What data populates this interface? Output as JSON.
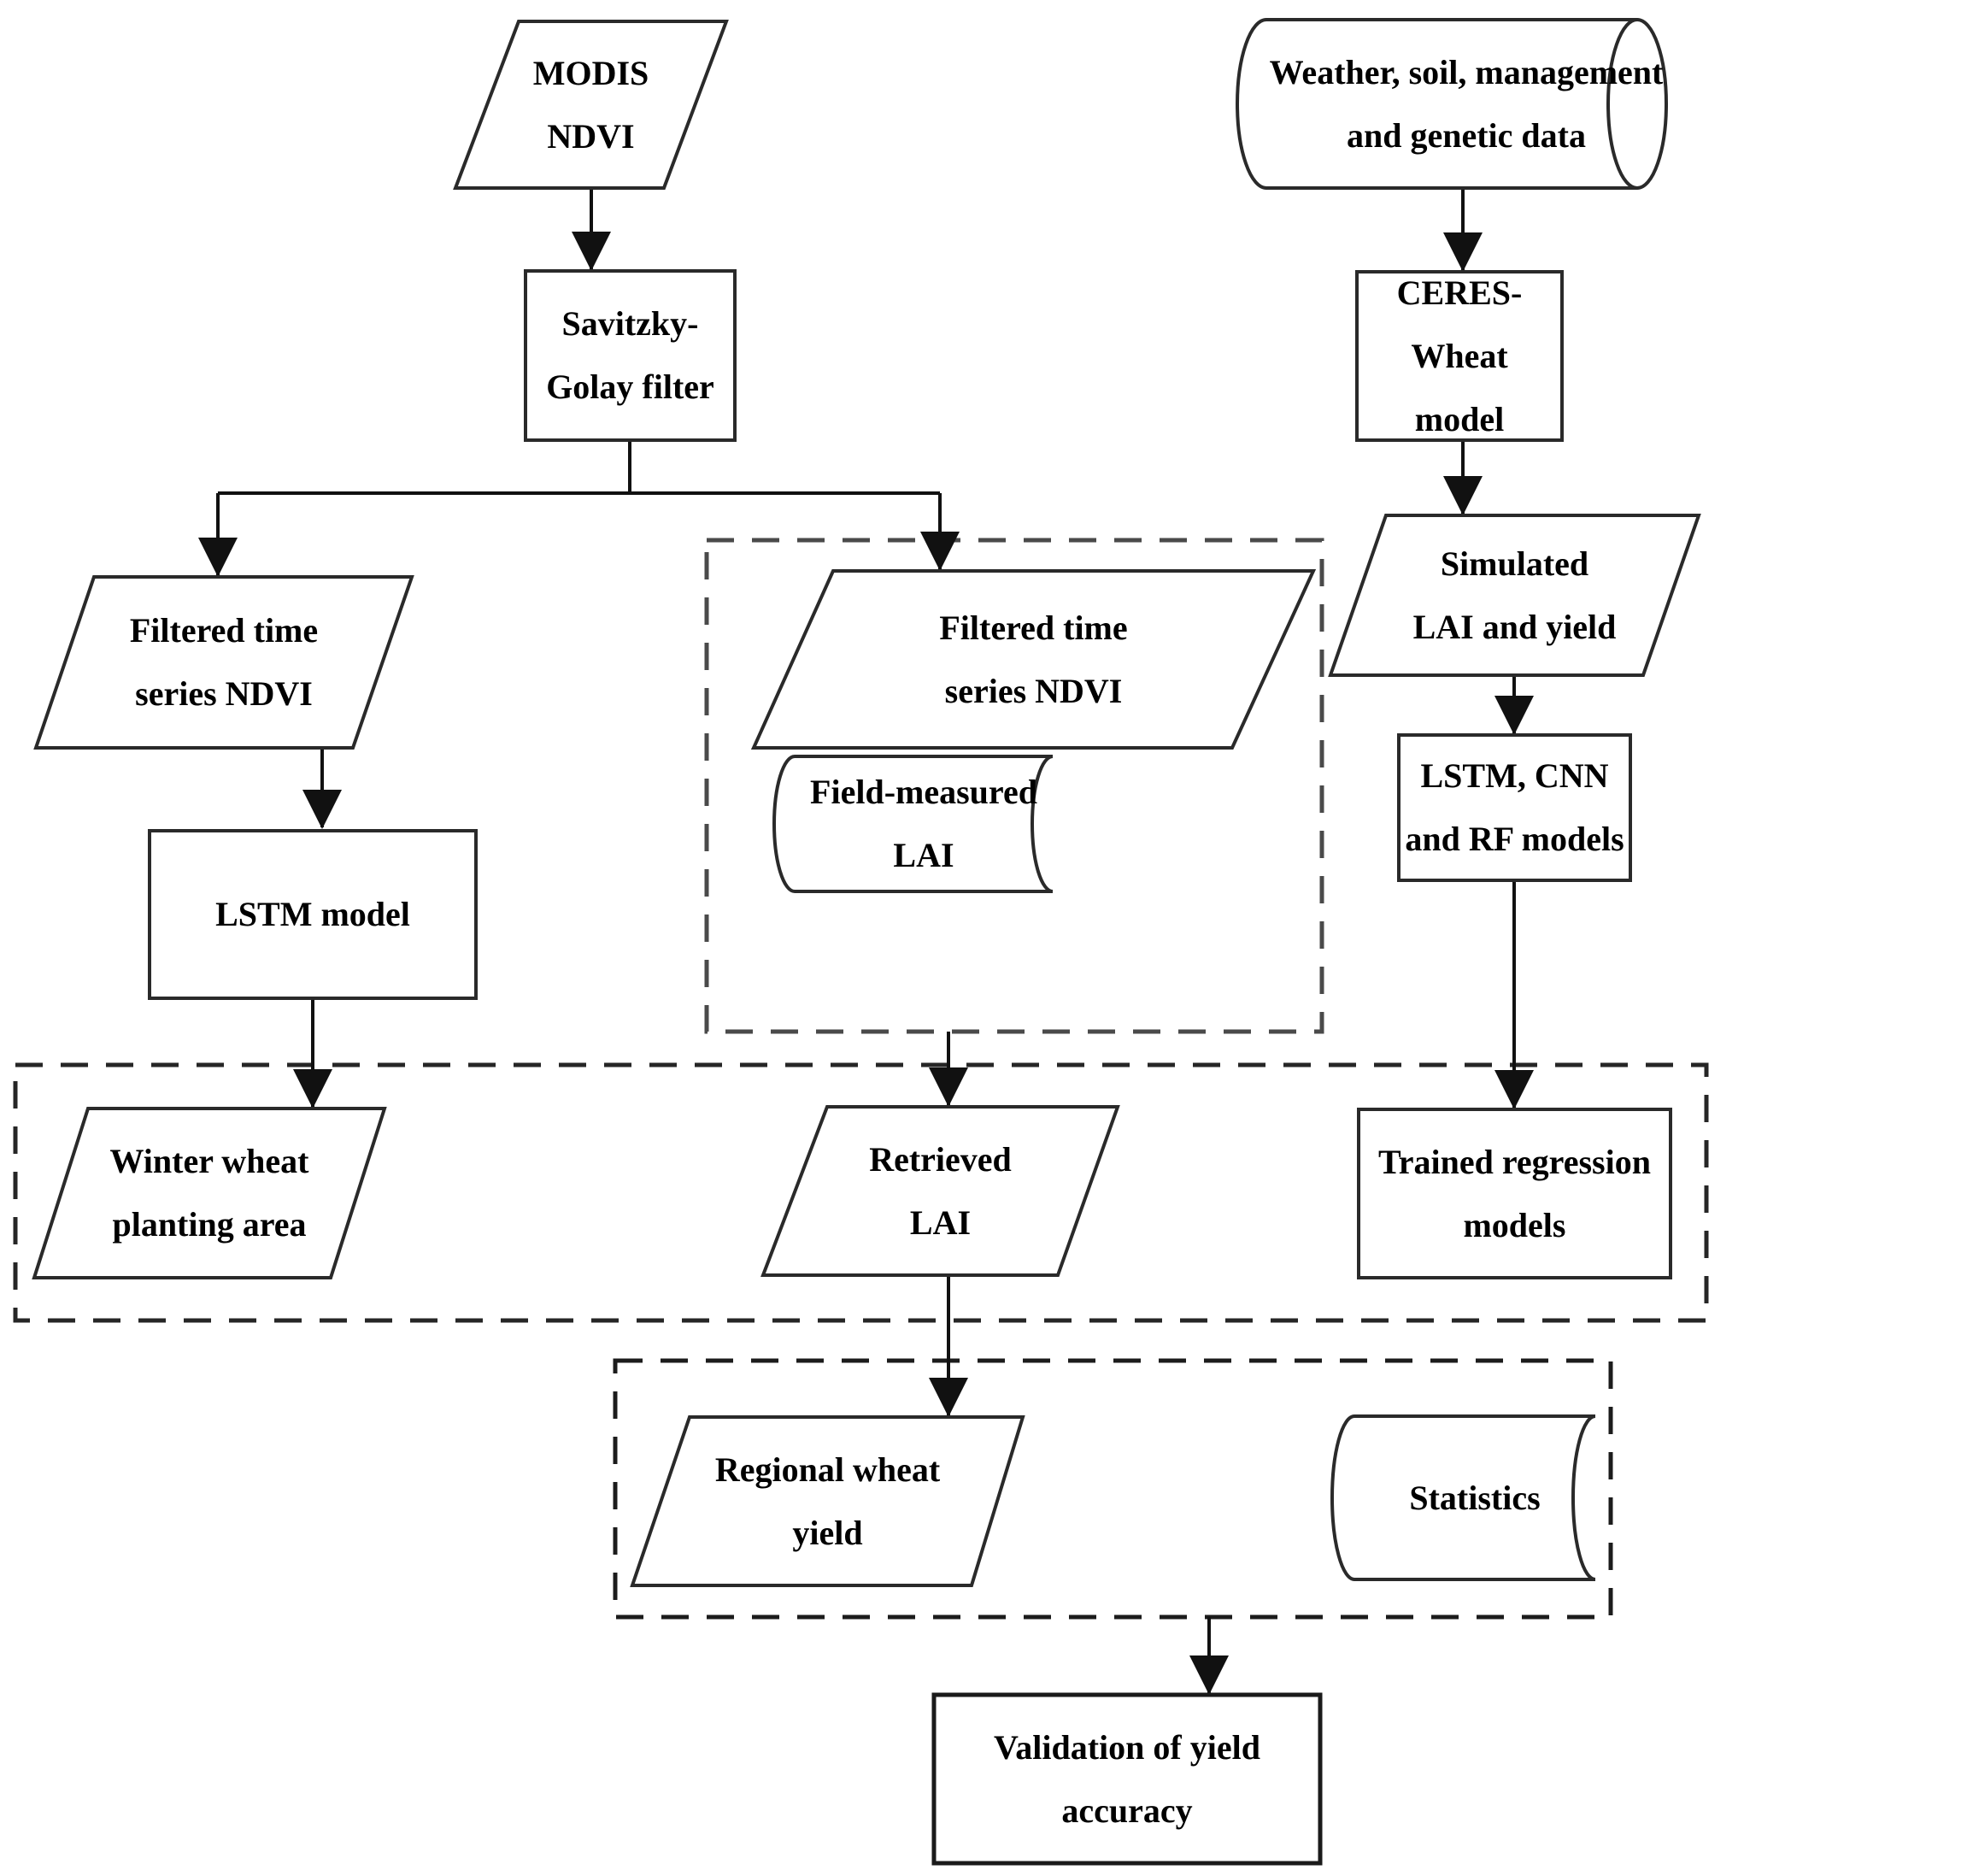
{
  "colors": {
    "line": "#1a1a1a",
    "shape_stroke": "#2a2a2a",
    "dashed_border": "#3f3f3f",
    "background": "#ffffff",
    "text": "#000000"
  },
  "nodes": {
    "modis_ndvi": {
      "label": "MODIS\nNDVI",
      "shape": "parallelogram"
    },
    "weather_data": {
      "label": "Weather, soil, management\nand genetic data",
      "shape": "cylinder"
    },
    "sg_filter": {
      "label": "Savitzky-\nGolay filter",
      "shape": "rectangle"
    },
    "ceres_wheat": {
      "label": "CERES-Wheat\nmodel",
      "shape": "rectangle"
    },
    "filtered_ndvi_left": {
      "label": "Filtered time\nseries NDVI",
      "shape": "parallelogram"
    },
    "filtered_ndvi_center": {
      "label": "Filtered time\nseries NDVI",
      "shape": "parallelogram"
    },
    "field_lai": {
      "label": "Field-measured\nLAI",
      "shape": "stored-data"
    },
    "simulated_lai_yield": {
      "label": "Simulated\nLAI and yield",
      "shape": "parallelogram"
    },
    "lstm_model": {
      "label": "LSTM model",
      "shape": "rectangle"
    },
    "lstm_cnn_rf": {
      "label": "LSTM, CNN\nand RF models",
      "shape": "rectangle"
    },
    "winter_wheat_area": {
      "label": "Winter wheat\nplanting area",
      "shape": "parallelogram"
    },
    "retrieved_lai": {
      "label": "Retrieved\nLAI",
      "shape": "parallelogram"
    },
    "trained_models": {
      "label": "Trained regression\nmodels",
      "shape": "rectangle"
    },
    "regional_yield": {
      "label": "Regional wheat\nyield",
      "shape": "parallelogram"
    },
    "statistics": {
      "label": "Statistics",
      "shape": "stored-data"
    },
    "validation": {
      "label": "Validation of yield\naccuracy",
      "shape": "rectangle"
    }
  }
}
